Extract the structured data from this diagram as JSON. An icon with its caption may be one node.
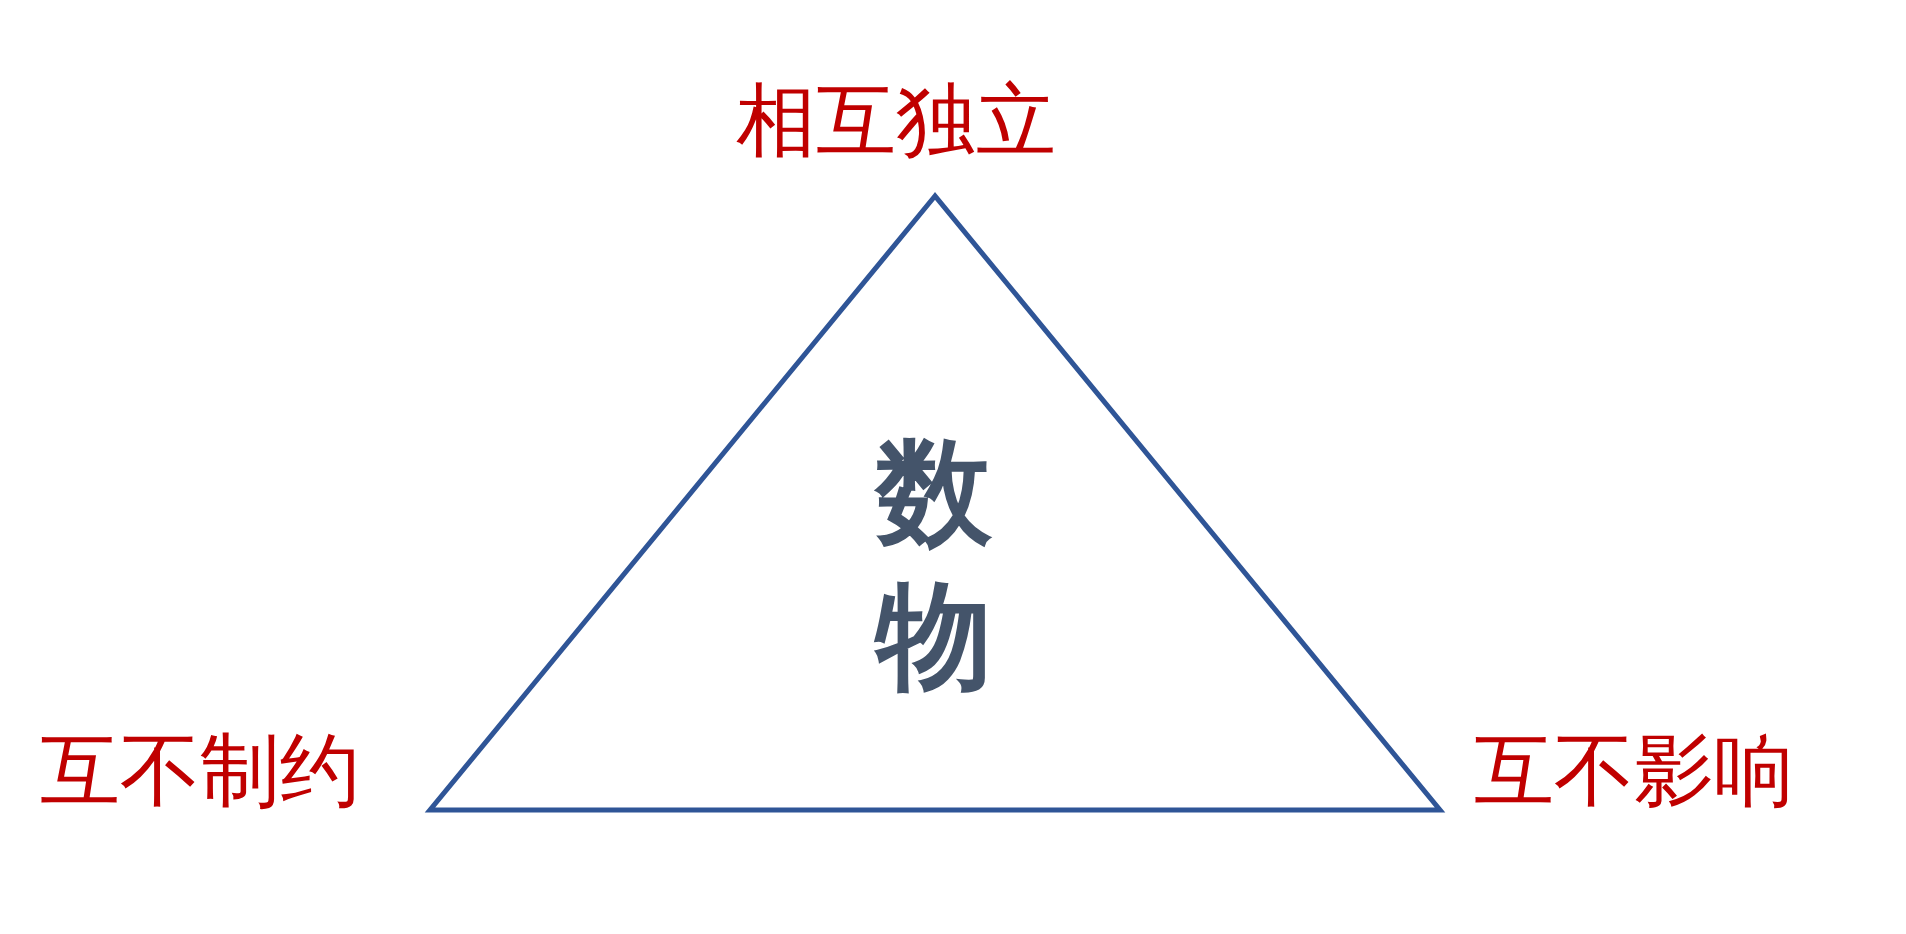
{
  "diagram": {
    "nodes": [
      {
        "text": [
          "数物"
        ],
        "beside": [
          "相互独立",
          "互不制约",
          "互不影响"
        ]
      }
    ]
  }
}
